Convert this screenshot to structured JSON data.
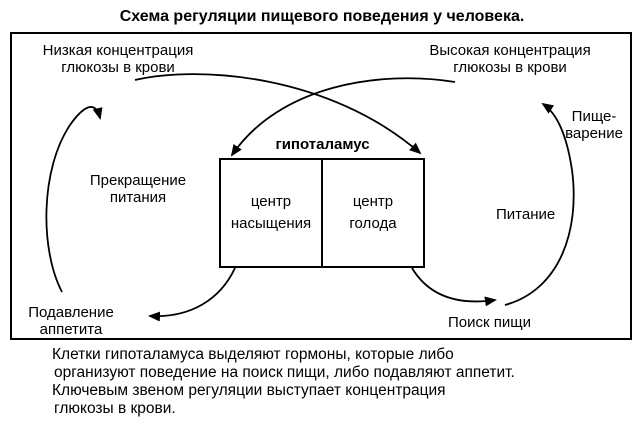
{
  "title": "Схема регуляции пищевого поведения у человека.",
  "labels": {
    "low_glucose_line1": "Низкая концентрация",
    "low_glucose_line2": "глюкозы в крови",
    "high_glucose_line1": "Высокая концентрация",
    "high_glucose_line2": "глюкозы в крови",
    "digestion_line1": "Пище-",
    "digestion_line2": "варение",
    "stop_eating_line1": "Прекращение",
    "stop_eating_line2": "питания",
    "feeding": "Питание",
    "suppression_line1": "Подавление",
    "suppression_line2": "аппетита",
    "food_search": "Поиск пищи"
  },
  "hypothalamus": {
    "title": "гипоталамус",
    "satiety_line1": "центр",
    "satiety_line2": "насыщения",
    "hunger_line1": "центр",
    "hunger_line2": "голода"
  },
  "footer": {
    "line1": "Клетки гипоталамуса выделяют гормоны, которые либо",
    "line2": "организуют  поведение на поиск пищи, либо подавляют аппетит.",
    "line3": "Ключевым звеном регуляции выступает концентрация",
    "line4": "глюкозы в крови."
  }
}
